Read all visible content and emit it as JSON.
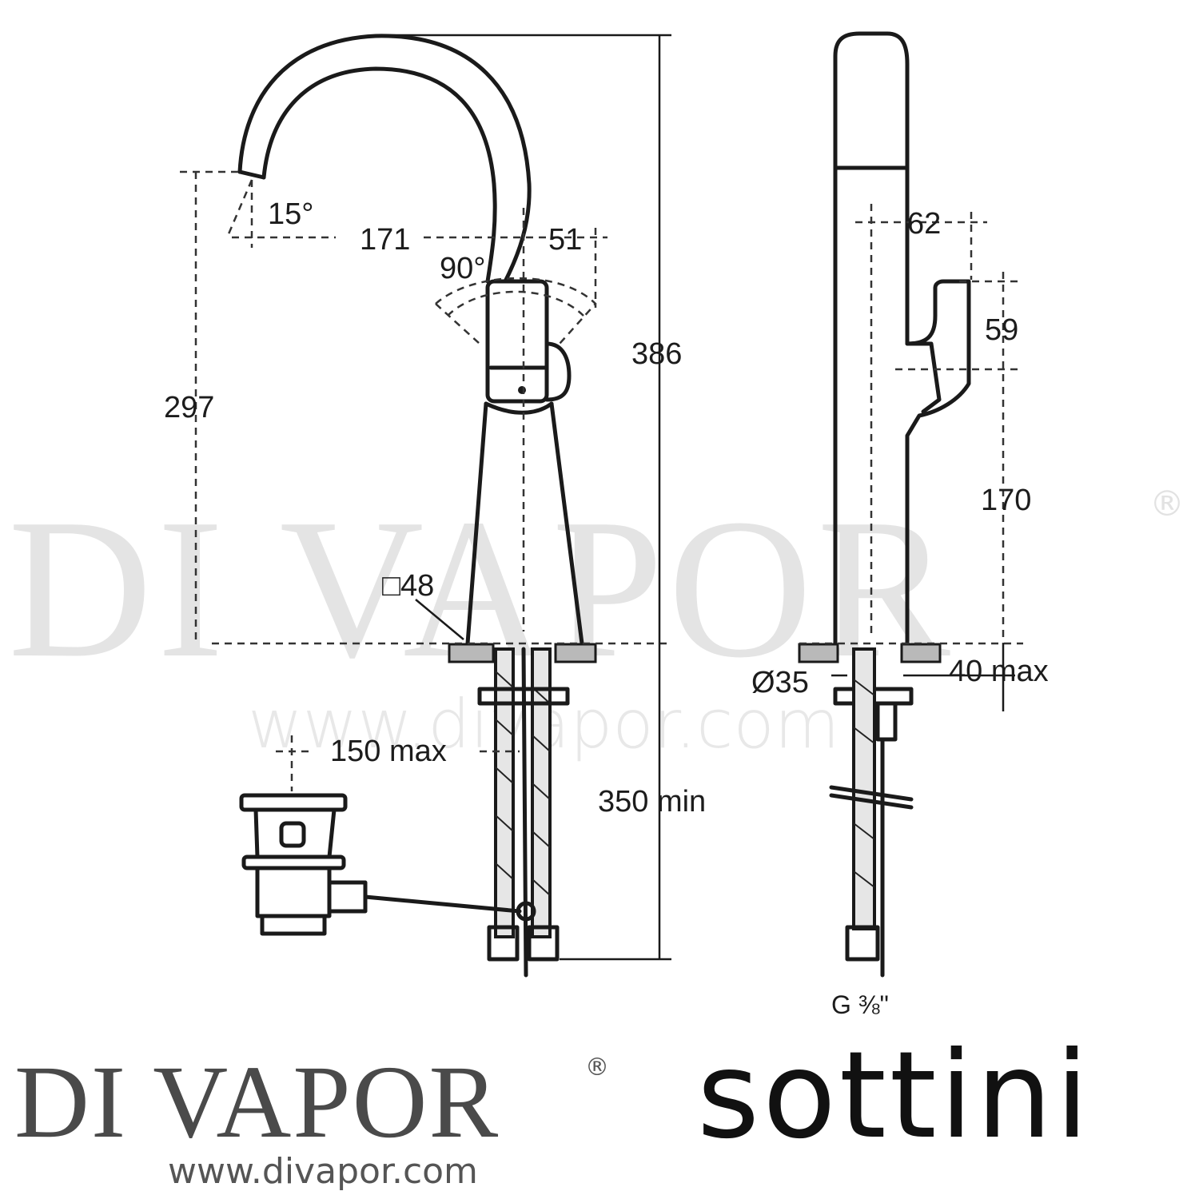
{
  "watermark": {
    "brand": "DI VAPOR",
    "registered": "®",
    "url": "www.divapor.com"
  },
  "front_view": {
    "angle_spout": "15°",
    "reach": "171",
    "lever_offset": "51",
    "lever_rotation": "90°",
    "spout_height": "297",
    "total_height": "386",
    "base_square": "□48",
    "waste_distance": "150 max",
    "hose_length": "350 min"
  },
  "side_view": {
    "lever_width": "62",
    "lever_height": "59",
    "lever_base_height": "170",
    "hole_diameter": "Ø35",
    "deck_thickness": "40 max",
    "connection": "G ⅜\""
  },
  "footer": {
    "brand": "DI VAPOR",
    "registered": "®",
    "url": "www.divapor.com",
    "partner": "sottini"
  }
}
